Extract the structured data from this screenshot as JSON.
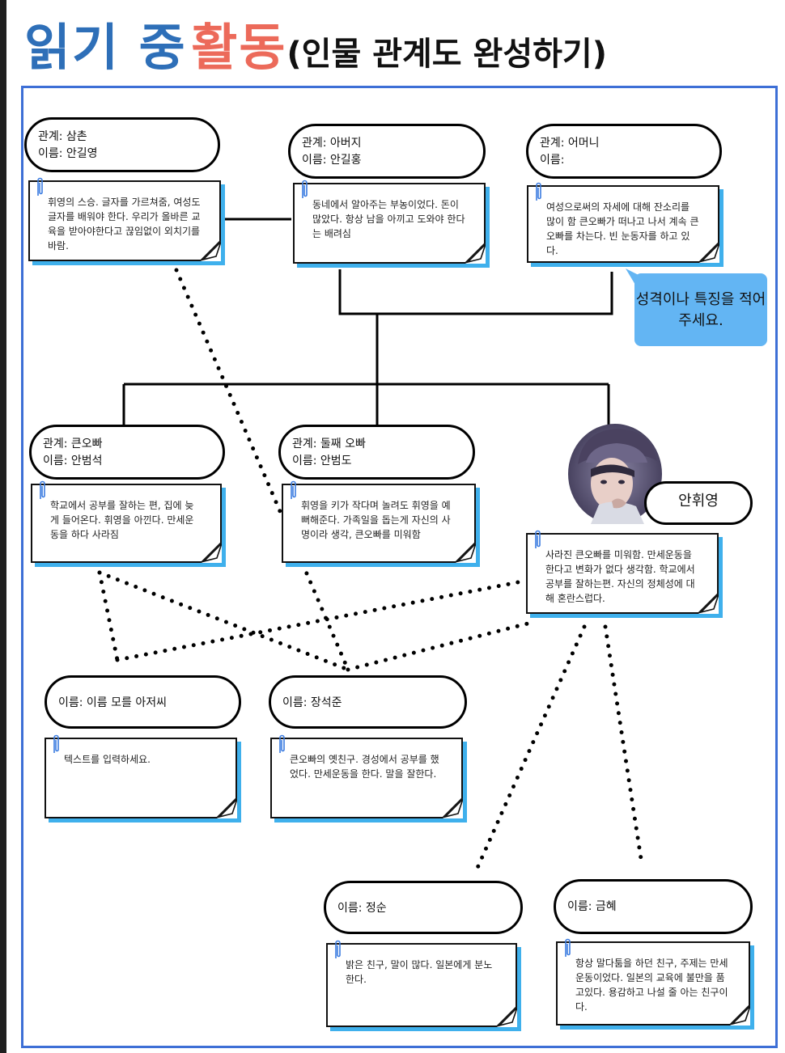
{
  "title": {
    "part1": "읽기 중",
    "part2": "활동",
    "part3": "(인물 관계도 완성하기)"
  },
  "hint": "성격이나 특징을 적어주세요.",
  "main_character": {
    "name": "안휘영"
  },
  "characters": {
    "uncle": {
      "relation": "관계: 삼촌",
      "name": "이름: 안길영",
      "note": "휘영의 스승. 글자를 가르쳐줌, 여성도 글자를 배워야 한다. 우리가 올바른 교육을 받아야한다고 끊임없이 외치기를 바람."
    },
    "father": {
      "relation": "관계: 아버지",
      "name": "이름: 안길홍",
      "note": "동네에서 알아주는 부농이었다. 돈이 많았다. 항상 남을 아끼고 도와야 한다는 배려심"
    },
    "mother": {
      "relation": "관계: 어머니",
      "name": "이름:",
      "note": "여성으로써의 자세에 대해 잔소리를 많이 함 큰오빠가 떠나고 나서 계속 큰오빠를 차는다. 빈 눈동자를 하고 있다."
    },
    "eldest_brother": {
      "relation": "관계: 큰오빠",
      "name": "이름: 안범석",
      "note": "학교에서 공부를 잘하는 편, 집에 늦게 들어온다. 휘영을 아낀다. 만세운동을 하다 사라짐"
    },
    "second_brother": {
      "relation": "관계: 둘째 오빠",
      "name": "이름: 안범도",
      "note": "휘영을 키가 작다며 놀려도 휘영을 예뻐해준다. 가족일을 돕는게 자신의 사명이라 생각, 큰오빠를 미워함"
    },
    "heroine": {
      "note": "사라진 큰오빠를 미워함. 만세운동을 한다고 변화가 없다 생각함. 학교에서 공부를 잘하는편. 자신의 정체성에 대해 혼란스럽다."
    },
    "unknown_man": {
      "name": "이름: 이름 모를 아저씨",
      "note": "텍스트를 입력하세요."
    },
    "jang": {
      "name": "이름: 장석준",
      "note": "큰오빠의 옛친구. 경성에서 공부를 했었다. 만세운동을 한다. 말을 잘한다."
    },
    "jeongsun": {
      "name": "이름: 정순",
      "note": "밝은 친구, 말이 많다. 일본에게 분노한다."
    },
    "geumhye": {
      "name": "이름: 금혜",
      "note": "항상 말다툼을 하던 친구, 주제는 만세운동이었다. 일본의 교육에 불만을 품고있다. 용감하고 나설 줄 아는 친구이다."
    }
  },
  "colors": {
    "title_blue": "#2e6fb8",
    "title_coral": "#ec6a5a",
    "frame_blue": "#3d6fd6",
    "note_shadow": "#3fb0ec",
    "hint_blue": "#63b5f3"
  }
}
